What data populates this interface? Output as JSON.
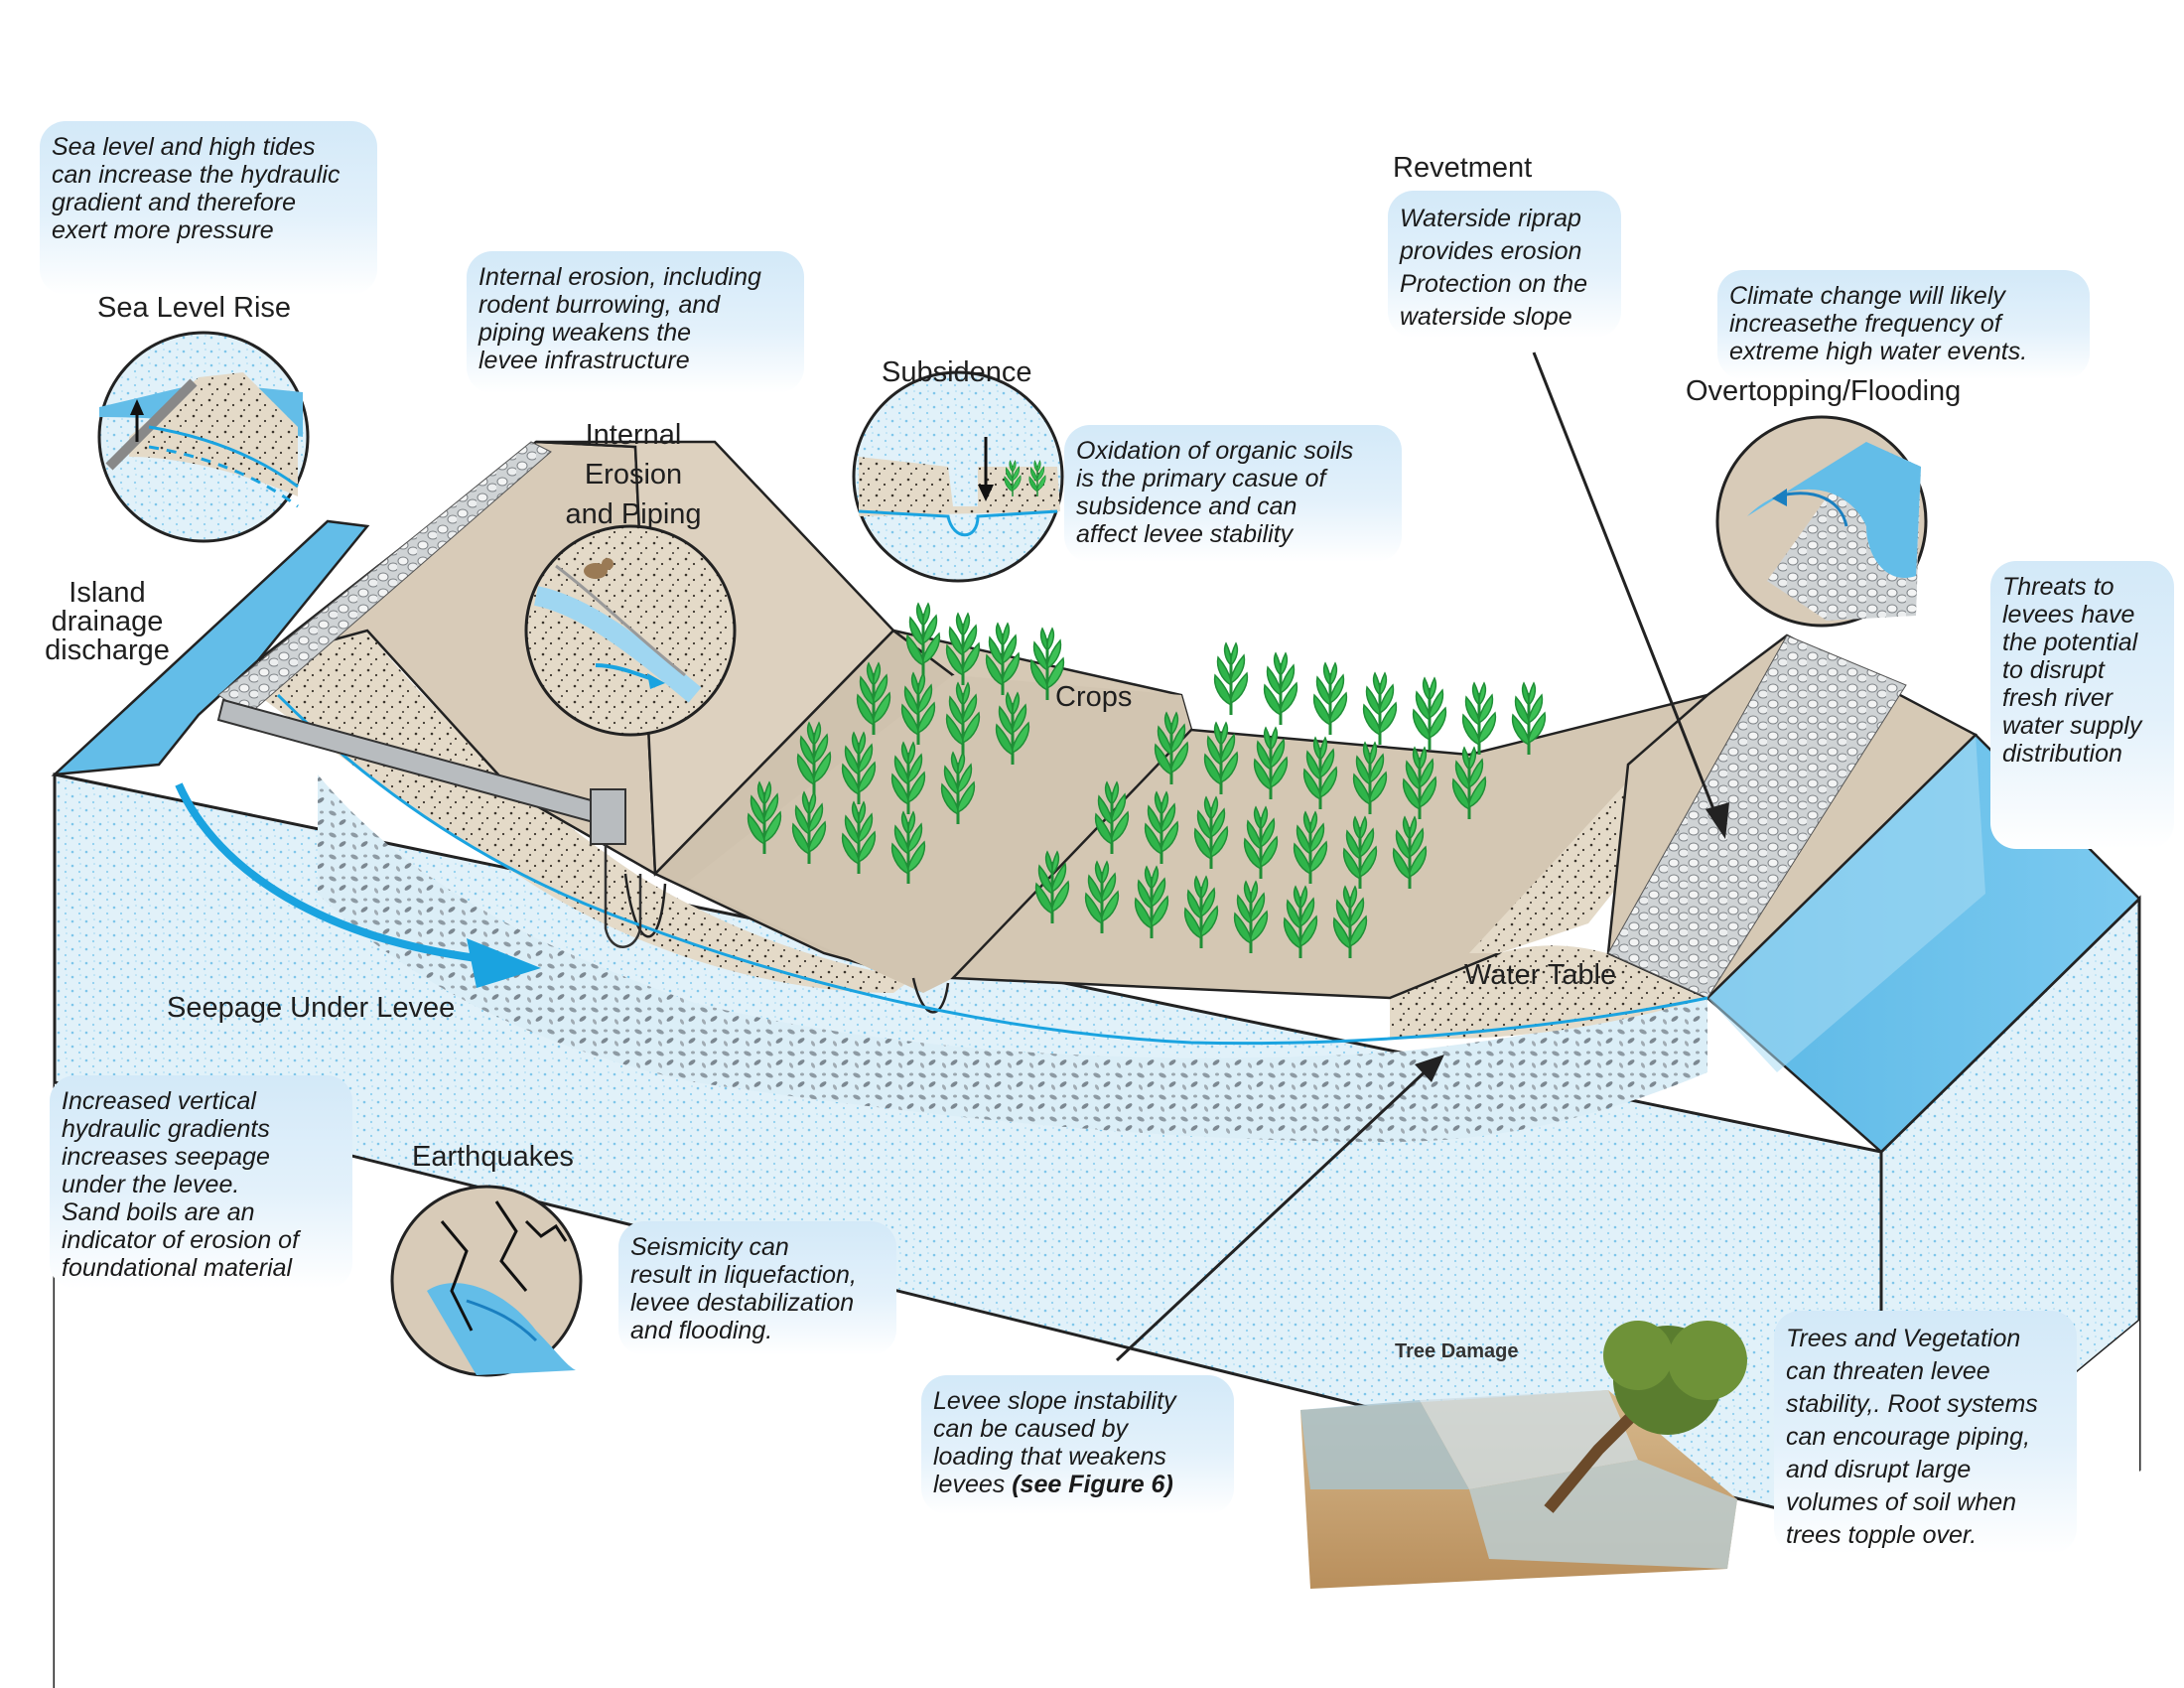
{
  "labels": {
    "sea_level_rise": "Sea Level Rise",
    "internal_erosion": "Internal\nErosion\nand Piping",
    "subsidence": "Subsidence",
    "revetment": "Revetment",
    "overtopping": "Overtopping/Flooding",
    "island_drainage": "Island\ndrainage\ndischarge",
    "crops": "Crops",
    "seepage": "Seepage Under Levee",
    "water_table": "Water Table",
    "earthquakes": "Earthquakes",
    "tree_damage": "Tree Damage"
  },
  "callouts": {
    "sea_level": "Sea level and high tides\ncan increase the hydraulic\ngradient and therefore\nexert more pressure",
    "internal_erosion": "Internal erosion, including\nrodent burrowing, and\npiping weakens the\nlevee infrastructure",
    "subsidence": "Oxidation of organic soils\nis the primary casue of\nsubsidence and can\naffect levee stability",
    "revetment": "Waterside riprap\nprovides erosion\nProtection on the\nwaterside slope",
    "climate": "Climate change will likely\nincreasethe frequency of\nextreme high water events.",
    "threats": "Threats to\nlevees have\nthe potential\nto disrupt\nfresh river\nwater supply\ndistribution",
    "gradients": "Increased vertical\nhydraulic gradients\nincreases seepage\nunder the levee.\nSand boils are an\nindicator of erosion of\nfoundational material",
    "seismicity": "Seismicity can\nresult in liquefaction,\nlevee destabilization\nand flooding.",
    "instability_main": "Levee slope instability\ncan be caused by\nloading that weakens\nlevees ",
    "instability_ref": "(see Figure 6)",
    "trees": "Trees and Vegetation\ncan threaten levee\nstability,. Root systems\ncan encourage piping,\nand disrupt large\nvolumes of  soil when\ntrees topple over."
  },
  "colors": {
    "water": "#63bde8",
    "sand": "#e2d6c2",
    "levee_top": "#d8cbb8",
    "subsoil": "#dff0f8",
    "crop": "#2fb44a",
    "callout_bg": "#d3e9f8"
  }
}
